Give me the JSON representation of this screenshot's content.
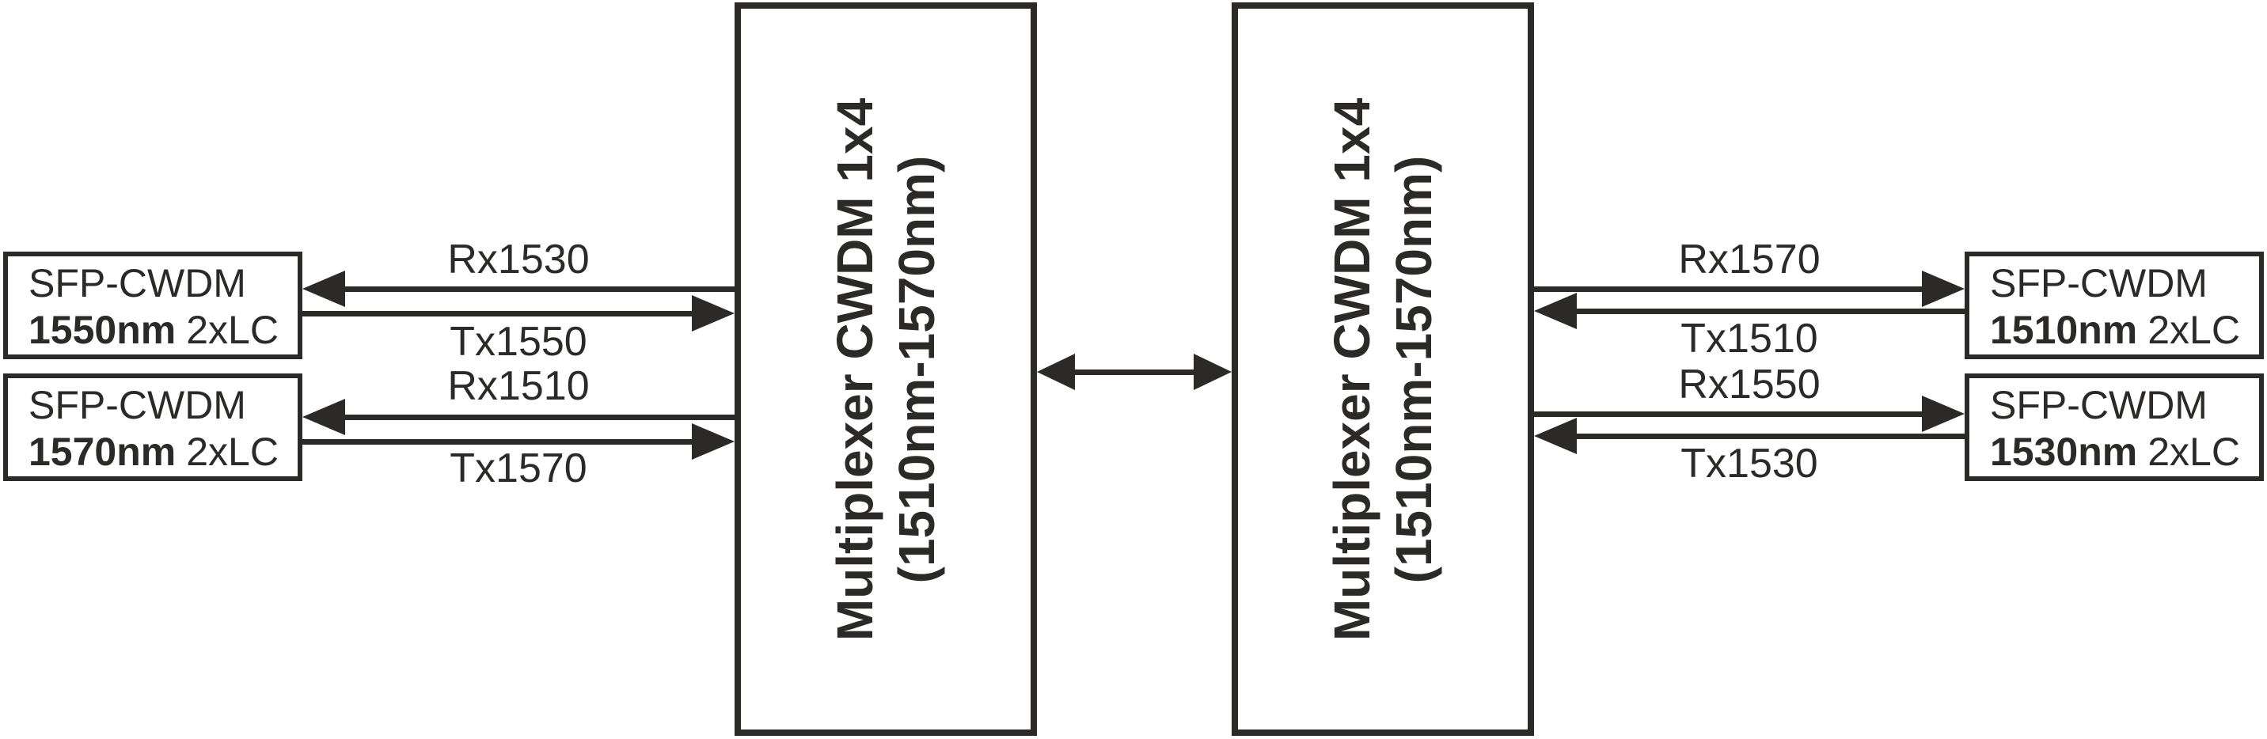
{
  "colors": {
    "ink": "#2b2a29",
    "background": "#ffffff"
  },
  "sfp_modules": {
    "left_top": {
      "model": "SFP-CWDM",
      "wavelength": "1550nm",
      "connector": "2xLC"
    },
    "left_bottom": {
      "model": "SFP-CWDM",
      "wavelength": "1570nm",
      "connector": "2xLC"
    },
    "right_top": {
      "model": "SFP-CWDM",
      "wavelength": "1510nm",
      "connector": "2xLC"
    },
    "right_bottom": {
      "model": "SFP-CWDM",
      "wavelength": "1530nm",
      "connector": "2xLC"
    }
  },
  "multiplexers": {
    "left": {
      "name": "Multiplexer CWDM 1x4",
      "range": "(1510nm-1570nm)"
    },
    "right": {
      "name": "Multiplexer CWDM 1x4",
      "range": "(1510nm-1570nm)"
    }
  },
  "links": {
    "left": [
      {
        "label": "Rx1530",
        "arrow": "toward-sfp"
      },
      {
        "label": "Tx1550",
        "arrow": "toward-mux"
      },
      {
        "label": "Rx1510",
        "arrow": "toward-sfp"
      },
      {
        "label": "Tx1570",
        "arrow": "toward-mux"
      }
    ],
    "right": [
      {
        "label": "Rx1570",
        "arrow": "toward-sfp"
      },
      {
        "label": "Tx1510",
        "arrow": "toward-mux"
      },
      {
        "label": "Rx1550",
        "arrow": "toward-sfp"
      },
      {
        "label": "Tx1530",
        "arrow": "toward-mux"
      }
    ],
    "trunk": {
      "arrow": "bidirectional"
    }
  }
}
